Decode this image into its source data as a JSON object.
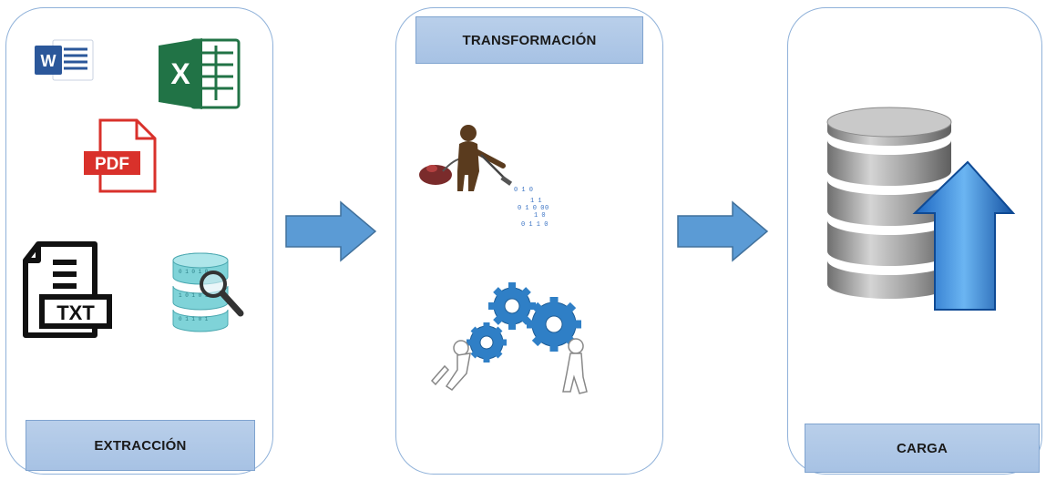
{
  "stages": [
    {
      "label": "EXTRACCIÓN"
    },
    {
      "label": "TRANSFORMACIÓN"
    },
    {
      "label": "CARGA"
    }
  ],
  "icons": {
    "word": "W",
    "excel": "X",
    "pdf": "PDF",
    "txt": "TXT"
  },
  "colors": {
    "panel_border": "#8fb1d9",
    "label_fill": "#aec6e6",
    "arrow": "#5b9bd5",
    "word": "#2b579a",
    "excel": "#217346",
    "pdf": "#d9312b",
    "gear": "#2f7fc6"
  }
}
